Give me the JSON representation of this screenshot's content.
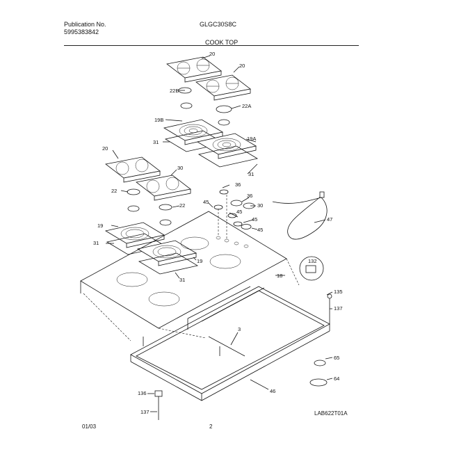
{
  "header": {
    "publication_label": "Publication No.",
    "publication_number": "5995383842",
    "model": "GLGC30S8C",
    "section_title": "COOK TOP"
  },
  "footer": {
    "date": "01/03",
    "page": "2",
    "drawing_code": "LAB622T01A"
  },
  "callouts": {
    "c20a": "20",
    "c20b": "20",
    "c22b": "22B",
    "c22a": "22A",
    "c19b": "19B",
    "c31a": "31",
    "c19a": "19A",
    "c20c": "20",
    "c30": "30",
    "c31b": "31",
    "c22c": "22",
    "c36a": "36",
    "c36b": "36",
    "c45a": "45",
    "c30b": "30",
    "c22d": "22",
    "c45b": "45",
    "c45c": "45",
    "c45d": "45",
    "c47": "47",
    "c19": "19",
    "c31c": "31",
    "c19c": "19",
    "c31d": "31",
    "c18": "18",
    "c132": "132",
    "c135": "135",
    "c137": "137",
    "c3": "3",
    "c65": "65",
    "c64": "64",
    "c46": "46",
    "c136": "136",
    "c137b": "137"
  }
}
